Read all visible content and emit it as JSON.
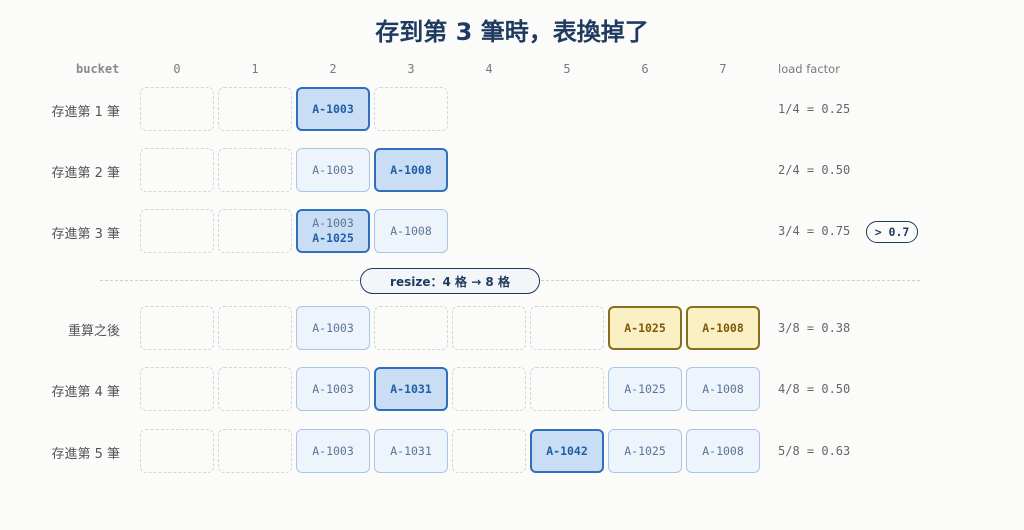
{
  "title": "存到第 3 筆時，表換掉了",
  "header": {
    "bucket": "bucket",
    "indices": [
      "0",
      "1",
      "2",
      "3",
      "4",
      "5",
      "6",
      "7"
    ],
    "load_factor": "load factor"
  },
  "rows": [
    {
      "label": "存進第 1 筆",
      "cells": [
        {
          "state": "empty",
          "keys": []
        },
        {
          "state": "empty",
          "keys": []
        },
        {
          "state": "new",
          "keys": [
            "A-1003"
          ]
        },
        {
          "state": "empty",
          "keys": []
        }
      ],
      "load": "1/4 = 0.25"
    },
    {
      "label": "存進第 2 筆",
      "cells": [
        {
          "state": "empty",
          "keys": []
        },
        {
          "state": "empty",
          "keys": []
        },
        {
          "state": "old",
          "keys": [
            "A-1003"
          ]
        },
        {
          "state": "new",
          "keys": [
            "A-1008"
          ]
        }
      ],
      "load": "2/4 = 0.50"
    },
    {
      "label": "存進第 3 筆",
      "cells": [
        {
          "state": "empty",
          "keys": []
        },
        {
          "state": "empty",
          "keys": []
        },
        {
          "state": "new",
          "keys": [
            "A-1003",
            "A-1025"
          ],
          "new_key_index": 1
        },
        {
          "state": "old",
          "keys": [
            "A-1008"
          ]
        }
      ],
      "load": "3/4 = 0.75",
      "badge": "> 0.7"
    },
    {
      "label": "重算之後",
      "cells": [
        {
          "state": "empty",
          "keys": []
        },
        {
          "state": "empty",
          "keys": []
        },
        {
          "state": "old",
          "keys": [
            "A-1003"
          ]
        },
        {
          "state": "empty",
          "keys": []
        },
        {
          "state": "empty",
          "keys": []
        },
        {
          "state": "empty",
          "keys": []
        },
        {
          "state": "moved",
          "keys": [
            "A-1025"
          ]
        },
        {
          "state": "moved",
          "keys": [
            "A-1008"
          ]
        }
      ],
      "load": "3/8 = 0.38"
    },
    {
      "label": "存進第 4 筆",
      "cells": [
        {
          "state": "empty",
          "keys": []
        },
        {
          "state": "empty",
          "keys": []
        },
        {
          "state": "old",
          "keys": [
            "A-1003"
          ]
        },
        {
          "state": "new",
          "keys": [
            "A-1031"
          ]
        },
        {
          "state": "empty",
          "keys": []
        },
        {
          "state": "empty",
          "keys": []
        },
        {
          "state": "old",
          "keys": [
            "A-1025"
          ]
        },
        {
          "state": "old",
          "keys": [
            "A-1008"
          ]
        }
      ],
      "load": "4/8 = 0.50"
    },
    {
      "label": "存進第 5 筆",
      "cells": [
        {
          "state": "empty",
          "keys": []
        },
        {
          "state": "empty",
          "keys": []
        },
        {
          "state": "old",
          "keys": [
            "A-1003"
          ]
        },
        {
          "state": "old",
          "keys": [
            "A-1031"
          ]
        },
        {
          "state": "empty",
          "keys": []
        },
        {
          "state": "new",
          "keys": [
            "A-1042"
          ]
        },
        {
          "state": "old",
          "keys": [
            "A-1025"
          ]
        },
        {
          "state": "old",
          "keys": [
            "A-1008"
          ]
        }
      ],
      "load": "5/8 = 0.63"
    }
  ],
  "resize_label": "resize：4 格 → 8 格"
}
